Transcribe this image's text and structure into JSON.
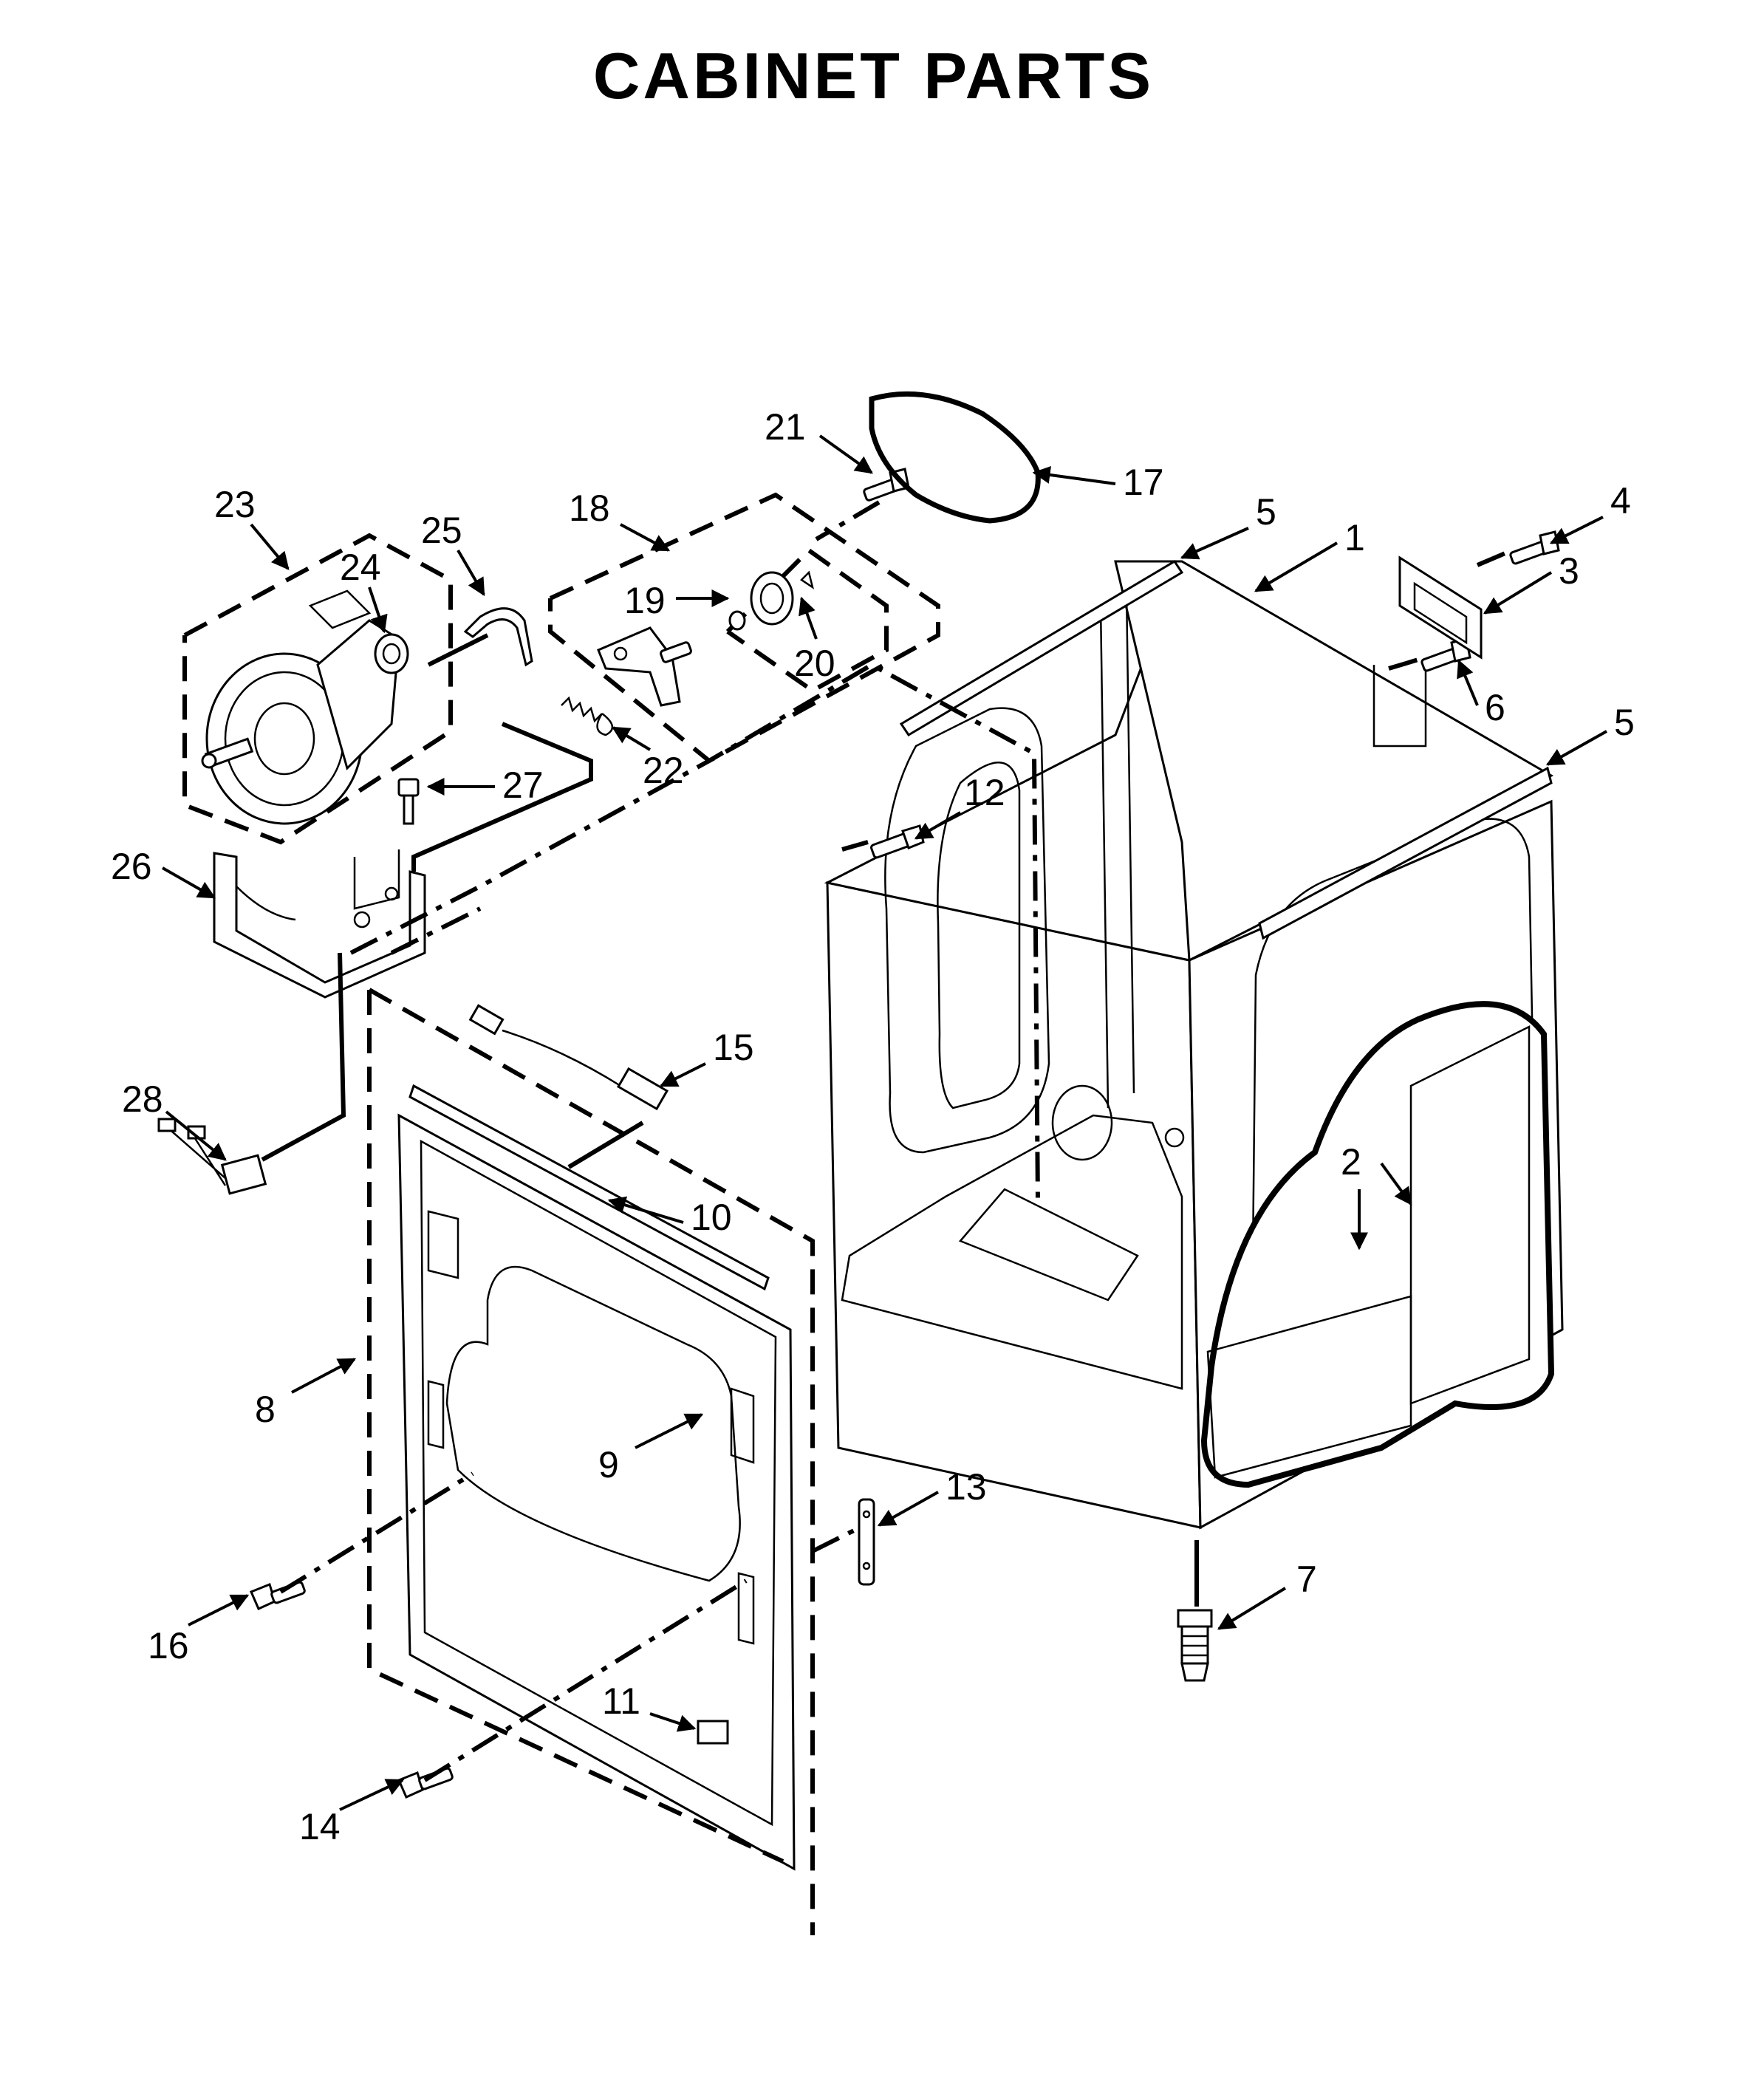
{
  "title": "CABINET PARTS",
  "callouts": [
    "1",
    "2",
    "3",
    "4",
    "5",
    "5",
    "6",
    "7",
    "8",
    "9",
    "10",
    "11",
    "12",
    "13",
    "14",
    "15",
    "16",
    "17",
    "18",
    "19",
    "20",
    "21",
    "22",
    "23",
    "24",
    "25",
    "26",
    "27",
    "28"
  ]
}
